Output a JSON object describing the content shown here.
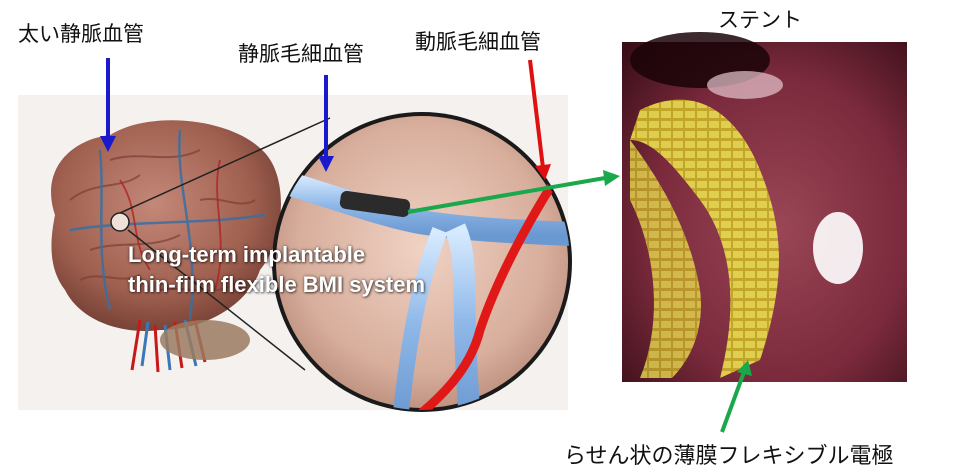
{
  "labels": {
    "thick_vein": "太い静脈血管",
    "venous_capillary": "静脈毛細血管",
    "arterial_capillary": "動脈毛細血管",
    "stent": "ステント",
    "spiral_electrode": "らせん状の薄膜フレキシブル電極"
  },
  "overlay": {
    "line1": "Long-term implantable",
    "line2": "thin-film flexible BMI system"
  },
  "colors": {
    "vein_arrow": "#1a1acc",
    "artery_arrow": "#e01010",
    "stent_arrow": "#1aa84a",
    "brain": "#a8685a",
    "stent_background": "#7a2a3a",
    "electrode": "#d8c830"
  }
}
